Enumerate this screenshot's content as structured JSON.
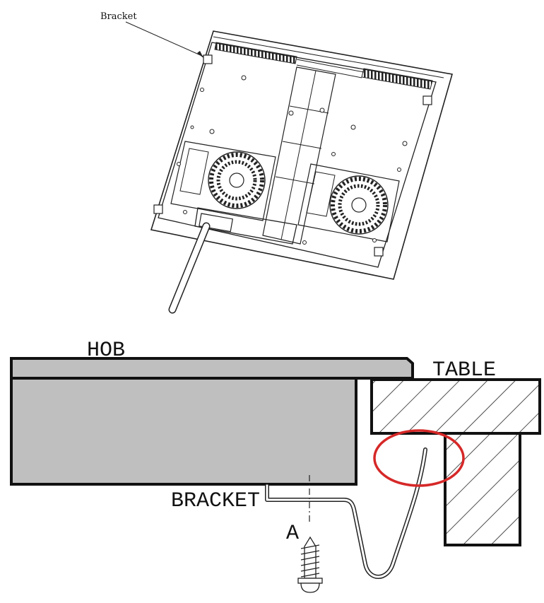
{
  "labels": {
    "top_bracket": "Bracket",
    "hob": "HOB",
    "table": "TABLE",
    "bracket": "BRACKET",
    "screw_ref": "A"
  },
  "colors": {
    "ink": "#222222",
    "hob_fill": "#bfbfbf",
    "highlight_circle": "#d62828",
    "background": "#ffffff"
  }
}
